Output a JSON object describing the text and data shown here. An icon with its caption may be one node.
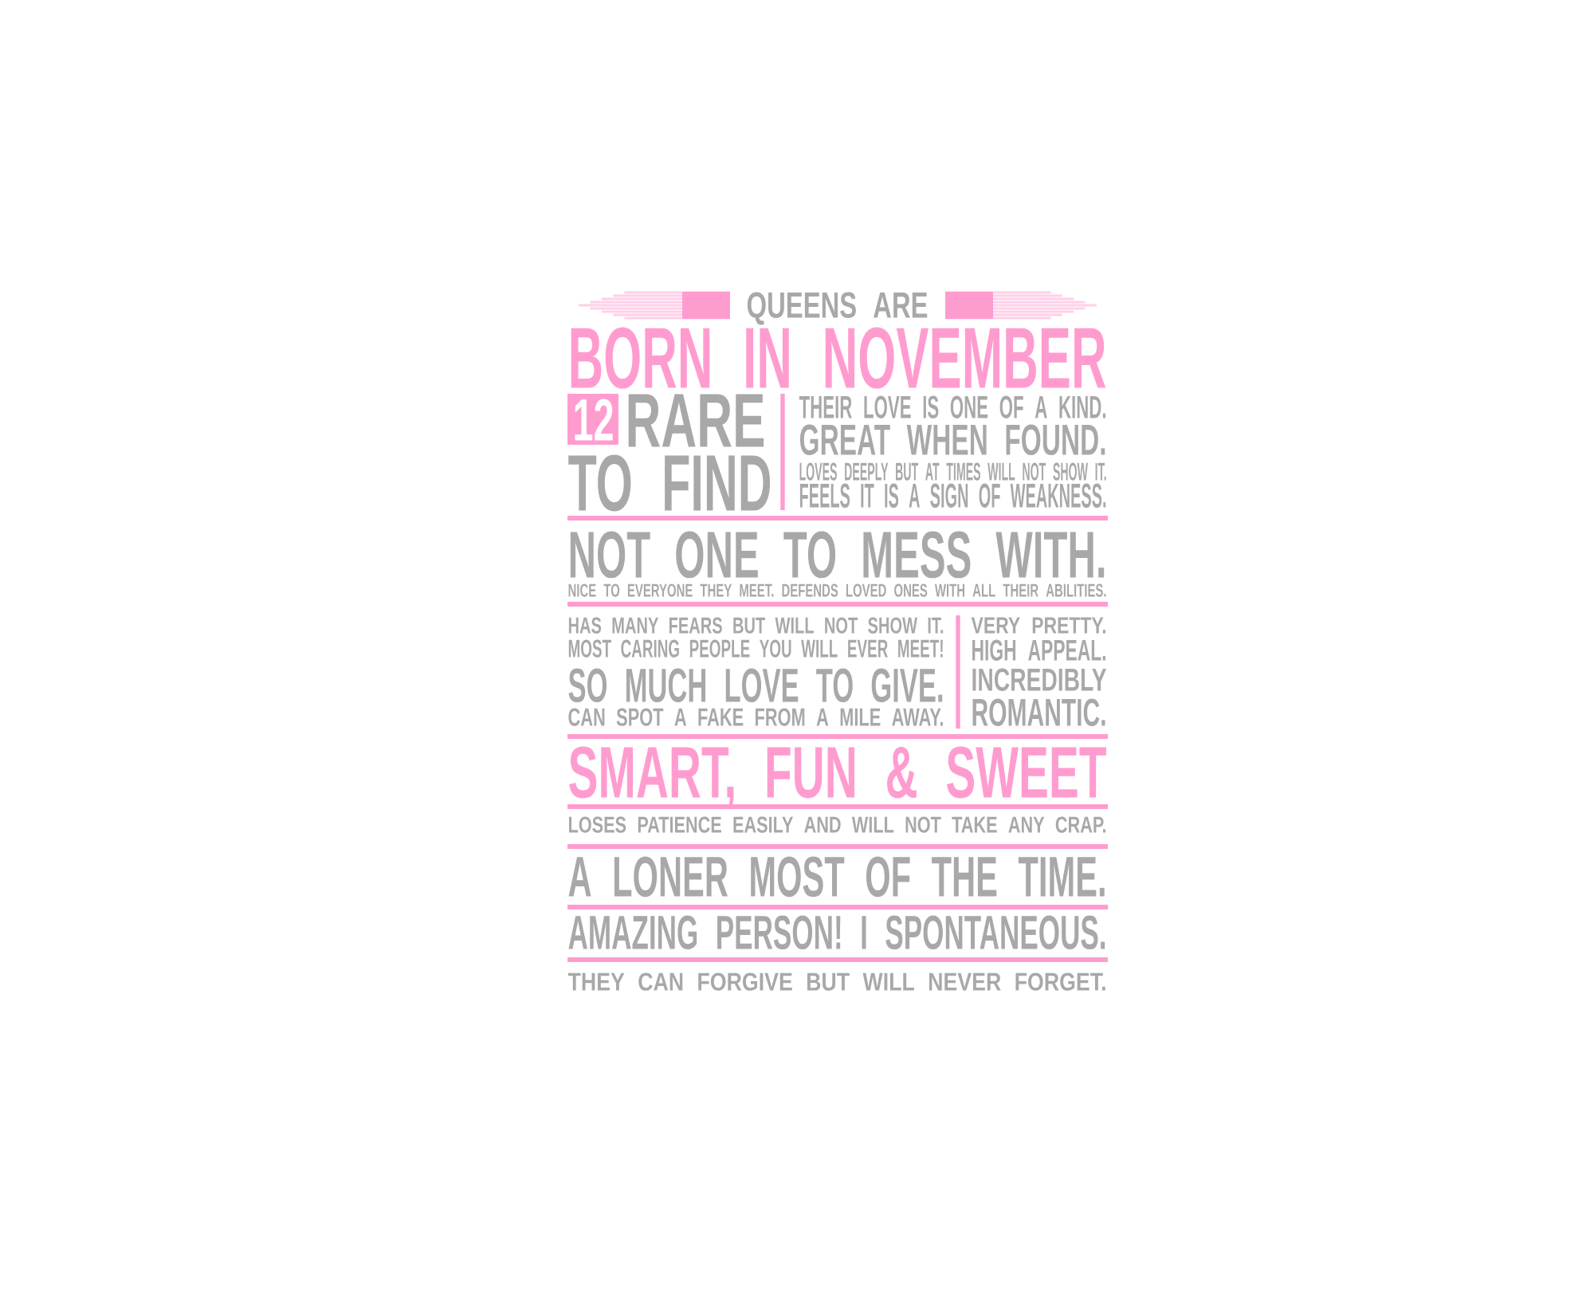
{
  "diagram": {
    "labels": [
      "QUEENS ARE",
      "BORN IN NOVEMBER",
      "12",
      "RARE",
      "TO FIND",
      "THEIR LOVE IS ONE OF A KIND.",
      "GREAT WHEN FOUND.",
      "LOVES DEEPLY BUT AT TIMES WILL NOT SHOW IT.",
      "FEELS IT IS A SIGN OF WEAKNESS.",
      "NOT ONE TO MESS WITH.",
      "NICE TO EVERYONE THEY MEET. DEFENDS LOVED ONES WITH ALL THEIR ABILITIES.",
      "HAS MANY FEARS BUT WILL NOT SHOW IT.",
      "MOST CARING PEOPLE YOU WILL EVER MEET!",
      "SO MUCH LOVE TO GIVE.",
      "CAN SPOT A FAKE FROM A MILE AWAY.",
      "VERY PRETTY.",
      "HIGH APPEAL.",
      "INCREDIBLY",
      "ROMANTIC.",
      "SMART, FUN & SWEET",
      "LOSES PATIENCE EASILY AND WILL NOT TAKE ANY CRAP.",
      "A LONER MOST OF THE TIME.",
      "AMAZING PERSON! I SPONTANEOUS.",
      "THEY CAN FORGIVE BUT WILL NEVER FORGET."
    ]
  }
}
